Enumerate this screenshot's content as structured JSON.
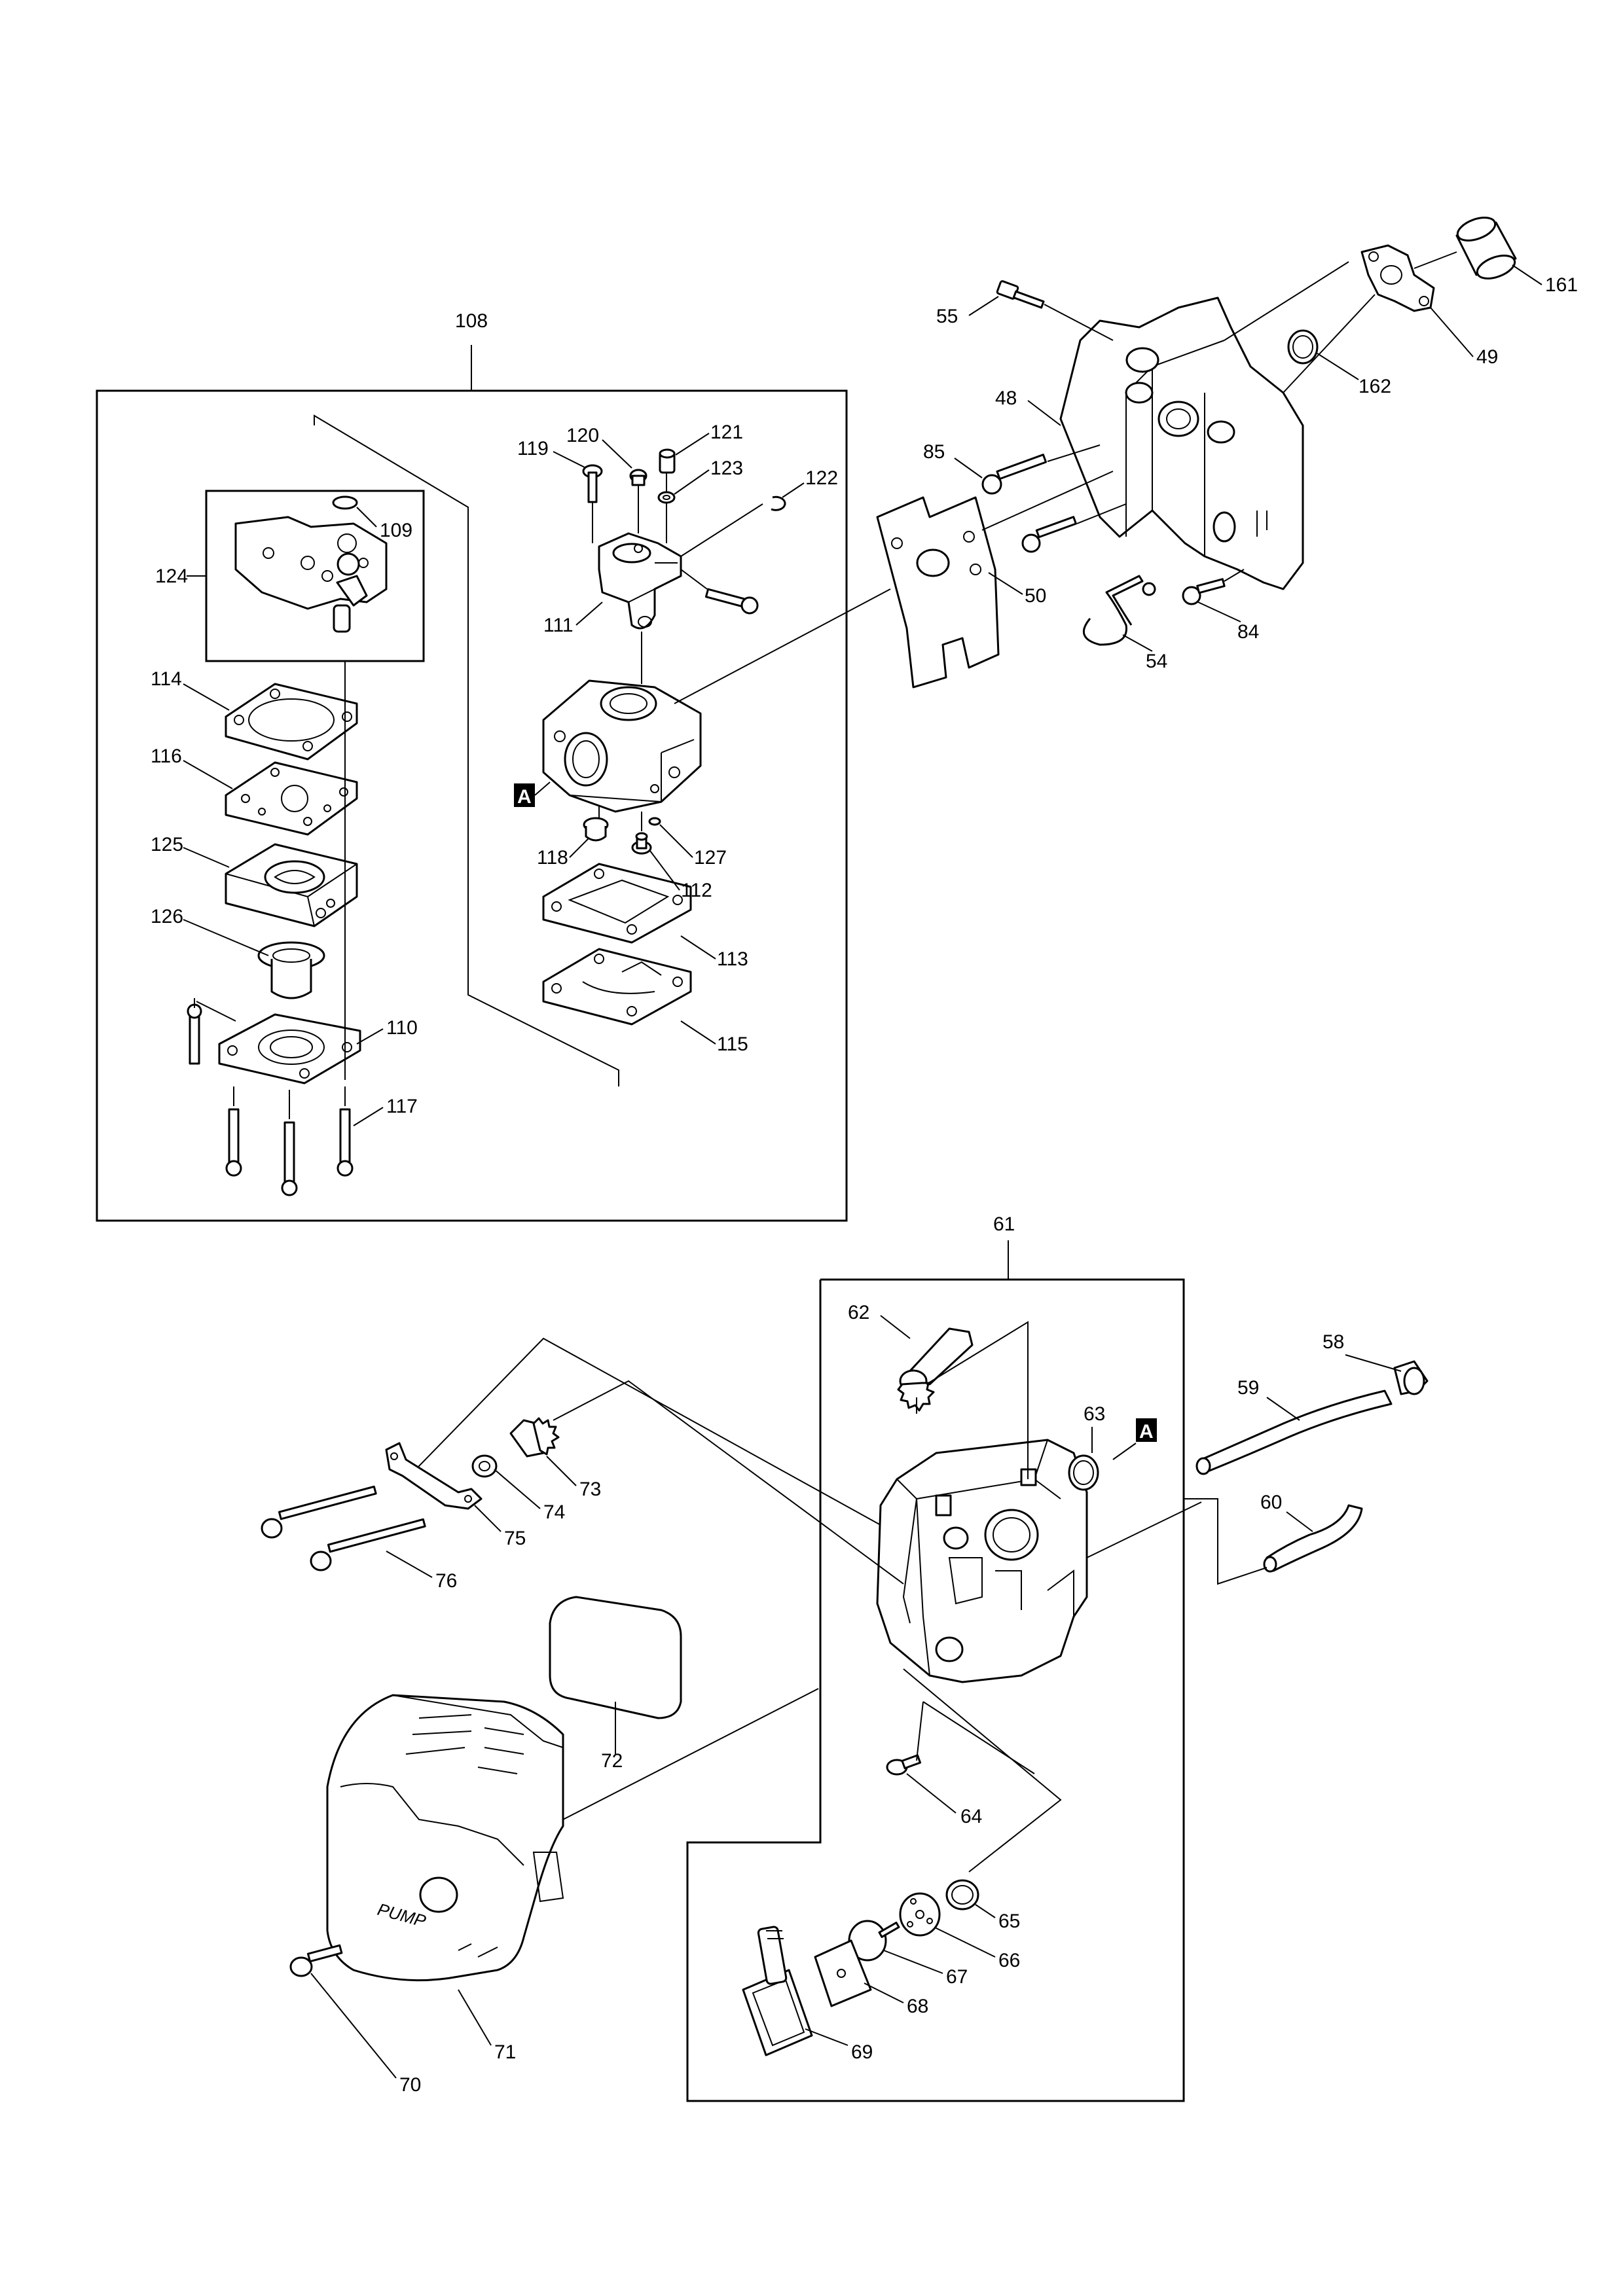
{
  "parts": {
    "p48": "48",
    "p49": "49",
    "p50": "50",
    "p54": "54",
    "p55": "55",
    "p58": "58",
    "p59": "59",
    "p60": "60",
    "p61": "61",
    "p62": "62",
    "p63": "63",
    "p64": "64",
    "p65": "65",
    "p66": "66",
    "p67": "67",
    "p68": "68",
    "p69": "69",
    "p70": "70",
    "p71": "71",
    "p72": "72",
    "p73": "73",
    "p74": "74",
    "p75": "75",
    "p76": "76",
    "p84": "84",
    "p85": "85",
    "p108": "108",
    "p109": "109",
    "p110": "110",
    "p111": "111",
    "p112": "112",
    "p113": "113",
    "p114": "114",
    "p115": "115",
    "p116": "116",
    "p117": "117",
    "p118": "118",
    "p119": "119",
    "p120": "120",
    "p121": "121",
    "p122": "122",
    "p123": "123",
    "p124": "124",
    "p125": "125",
    "p126": "126",
    "p127": "127",
    "p161": "161",
    "p162": "162"
  },
  "callouts": {
    "a1": "A",
    "a2": "A"
  },
  "cover_text": {
    "pump": "PUMP"
  }
}
